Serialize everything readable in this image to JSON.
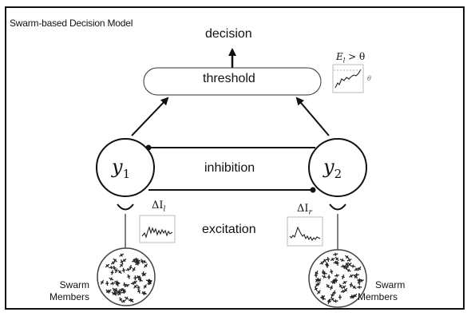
{
  "title": "Swarm-based Decision Model",
  "nodes": {
    "decision": "decision",
    "threshold": "threshold",
    "inhibition": "inhibition",
    "excitation": "excitation",
    "y1": "y",
    "y1_sub": "1",
    "y2": "y",
    "y2_sub": "2"
  },
  "swarm_left": {
    "line1": "Swarm",
    "line2": "Members"
  },
  "swarm_right": {
    "line1": "Swarm",
    "line2": "Members"
  },
  "signals": {
    "left_label": "ΔI",
    "left_sub": "l",
    "right_label": "ΔI",
    "right_sub": "r",
    "evidence_label": "E",
    "evidence_sub": "l",
    "evidence_rel": " > θ",
    "evidence_side": "θ"
  }
}
